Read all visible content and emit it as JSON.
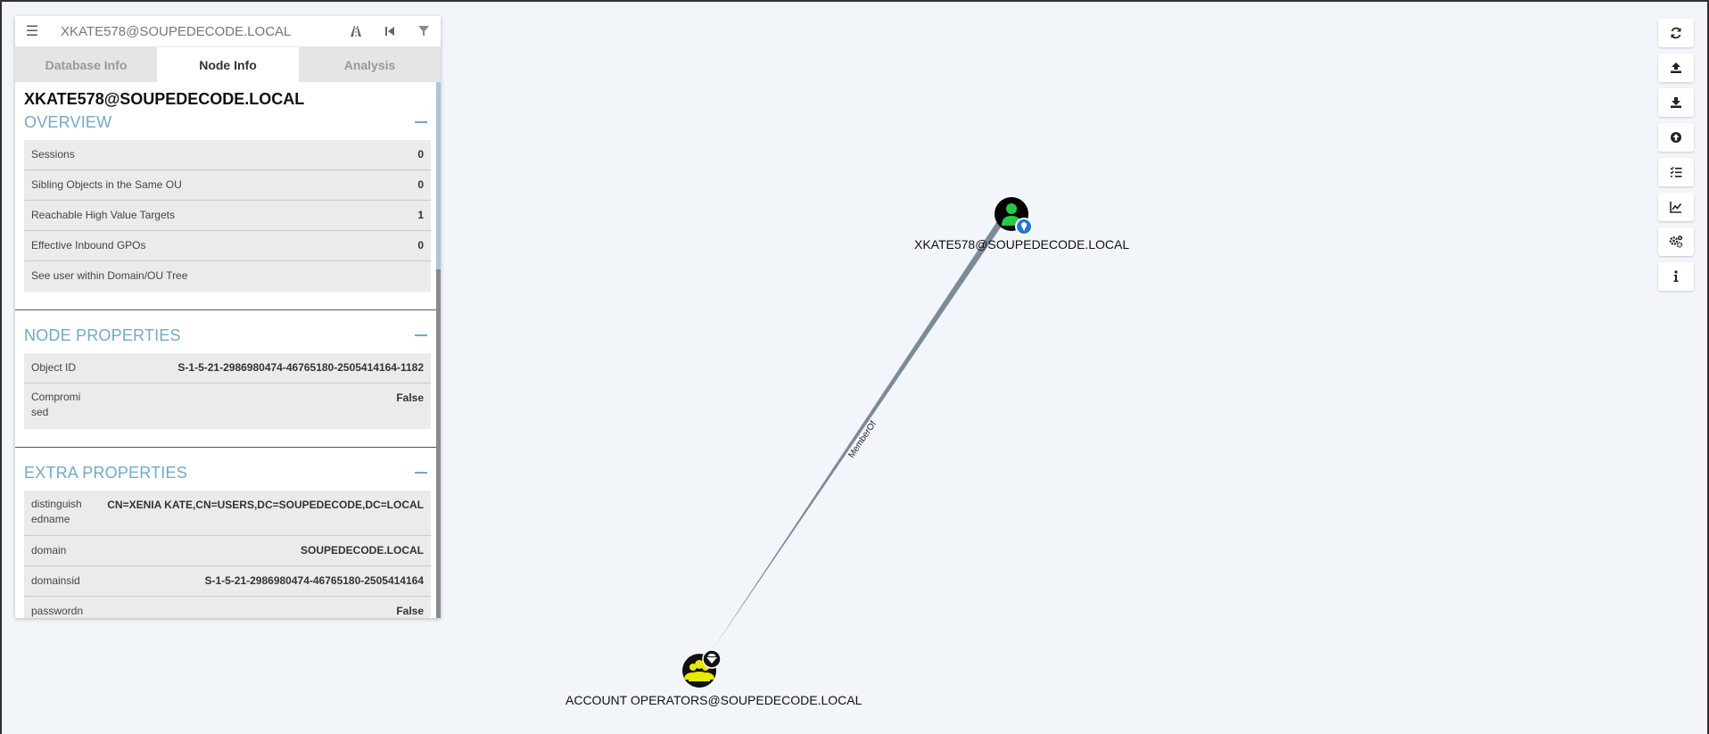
{
  "search": {
    "value": "XKATE578@SOUPEDECODE.LOCAL"
  },
  "tabs": [
    {
      "label": "Database Info"
    },
    {
      "label": "Node Info"
    },
    {
      "label": "Analysis"
    }
  ],
  "node": {
    "title": "XKATE578@SOUPEDECODE.LOCAL",
    "overview": {
      "heading": "OVERVIEW",
      "rows": [
        {
          "label": "Sessions",
          "value": "0"
        },
        {
          "label": "Sibling Objects in the Same OU",
          "value": "0"
        },
        {
          "label": "Reachable High Value Targets",
          "value": "1"
        },
        {
          "label": "Effective Inbound GPOs",
          "value": "0"
        },
        {
          "label": "See user within Domain/OU Tree",
          "value": ""
        }
      ]
    },
    "node_properties": {
      "heading": "NODE PROPERTIES",
      "rows": [
        {
          "label": "Object ID",
          "value": "S-1-5-21-2986980474-46765180-2505414164-1182"
        },
        {
          "label": "Compromised",
          "value": "False"
        }
      ]
    },
    "extra_properties": {
      "heading": "EXTRA PROPERTIES",
      "rows": [
        {
          "label": "distinguishedname",
          "value": "CN=XENIA KATE,CN=USERS,DC=SOUPEDECODE,DC=LOCAL"
        },
        {
          "label": "domain",
          "value": "SOUPEDECODE.LOCAL"
        },
        {
          "label": "domainsid",
          "value": "S-1-5-21-2986980474-46765180-2505414164"
        },
        {
          "label": "passwordn",
          "value": "False"
        }
      ]
    }
  },
  "graph": {
    "user_node_label": "XKATE578@SOUPEDECODE.LOCAL",
    "group_node_label": "ACCOUNT OPERATORS@SOUPEDECODE.LOCAL",
    "edge_label": "MemberOf",
    "colors": {
      "user": "#22cc44",
      "group": "#e8e800",
      "edge": "#7b8b97",
      "accent": "#74a9c5"
    }
  },
  "toolbar": {
    "icons": [
      "refresh-icon",
      "upload-icon",
      "download-icon",
      "upload-circle-icon",
      "query-list-icon",
      "chart-icon",
      "settings-icon",
      "info-icon"
    ]
  }
}
